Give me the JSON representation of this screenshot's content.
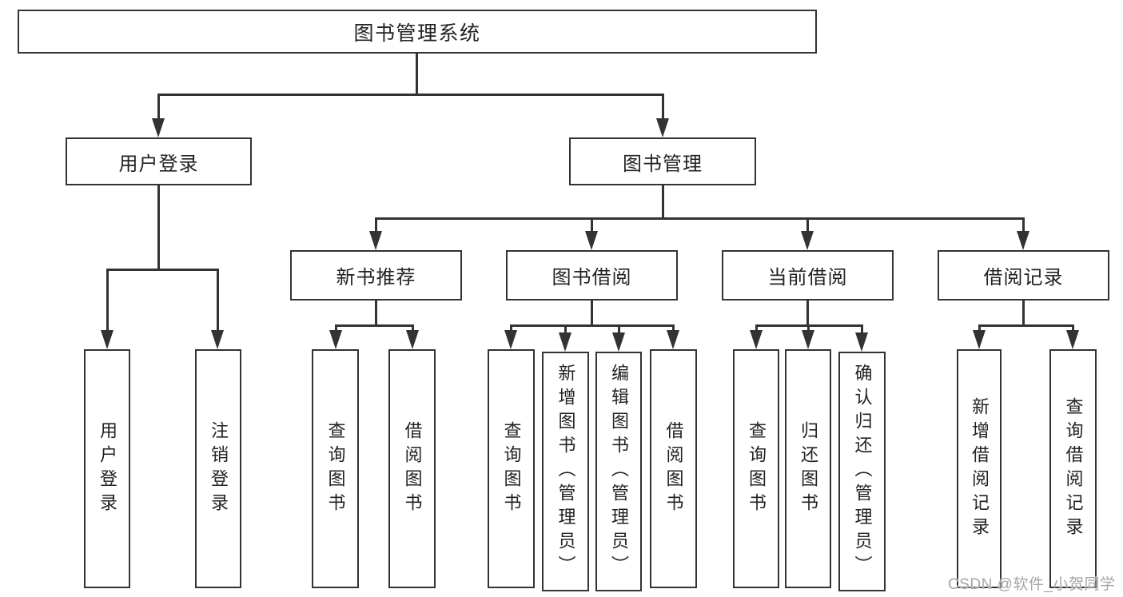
{
  "colors": {
    "line": "#333333",
    "box_border": "#333333",
    "text": "#222222",
    "watermark": "#a5a5a5",
    "background": "#ffffff"
  },
  "tree": {
    "root": {
      "label": "图书管理系统"
    },
    "branches": [
      {
        "label": "用户登录",
        "children": [
          {
            "label": "用户登录"
          },
          {
            "label": "注销登录"
          }
        ]
      },
      {
        "label": "图书管理",
        "children": [
          {
            "label": "新书推荐",
            "children": [
              {
                "label": "查询图书"
              },
              {
                "label": "借阅图书"
              }
            ]
          },
          {
            "label": "图书借阅",
            "children": [
              {
                "label": "查询图书"
              },
              {
                "label": "新增图书（管理员）"
              },
              {
                "label": "编辑图书（管理员）"
              },
              {
                "label": "借阅图书"
              }
            ]
          },
          {
            "label": "当前借阅",
            "children": [
              {
                "label": "查询图书"
              },
              {
                "label": "归还图书"
              },
              {
                "label": "确认归还（管理员）"
              }
            ]
          },
          {
            "label": "借阅记录",
            "children": [
              {
                "label": "新增借阅记录"
              },
              {
                "label": "查询借阅记录"
              }
            ]
          }
        ]
      }
    ]
  },
  "watermark": {
    "text": "CSDN @软件_小贺同学"
  }
}
